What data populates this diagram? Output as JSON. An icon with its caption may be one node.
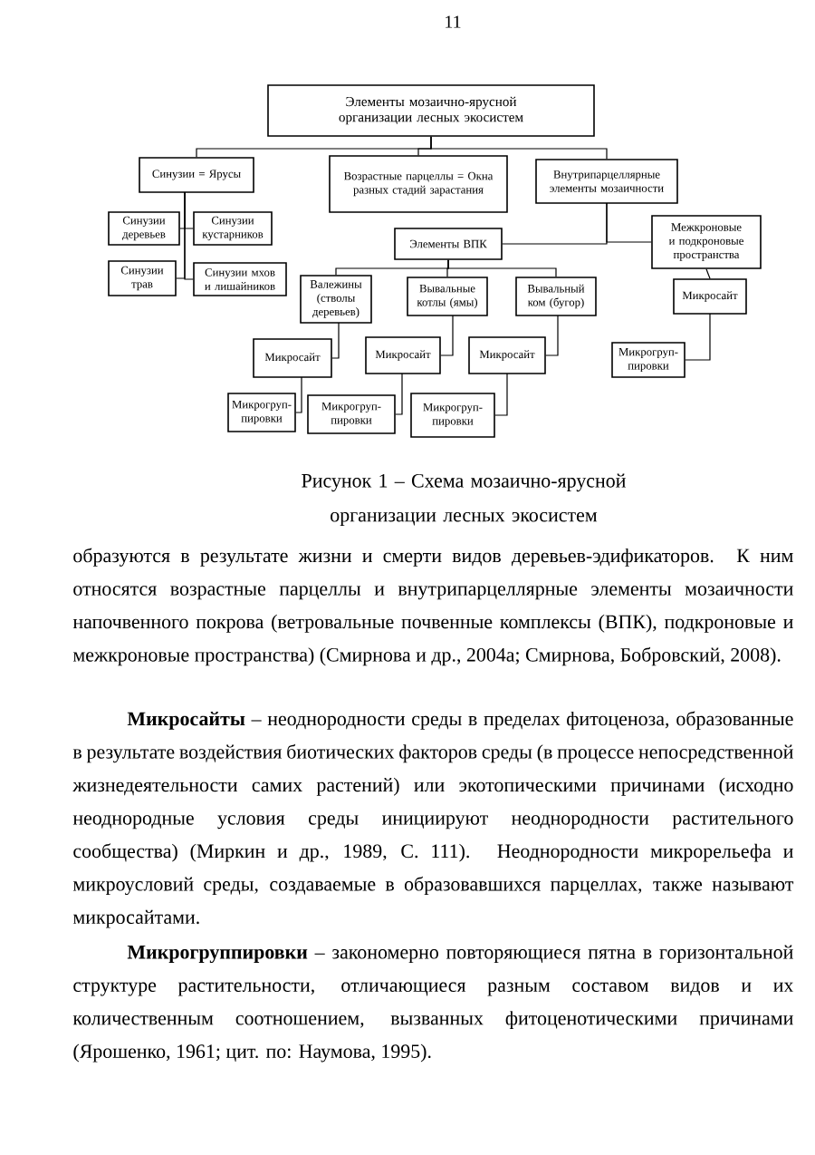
{
  "diagram": {
    "caption": "Рисунок 1 – Схема мозаично-ярусной организации лесных экосистем",
    "nodes": [
      {
        "text": [
          "Элементы мозаично-ярусной организации лесных экосистем"
        ]
      },
      {
        "text": [
          "Синузии = Ярусы"
        ]
      },
      {
        "text": [
          "Возрастные парцеллы = Окна разных стадий зарастания"
        ]
      },
      {
        "text": [
          "Внутрипарцеллярные элементы мозаичности"
        ]
      },
      {
        "text": [
          "Синузии деревьев"
        ]
      },
      {
        "text": [
          "Синузии кустарников"
        ]
      },
      {
        "text": [
          "Элементы ВПК"
        ]
      },
      {
        "text": [
          "Межкроновые и подкроновые пространства"
        ]
      },
      {
        "text": [
          "Синузии трав"
        ]
      },
      {
        "text": [
          "Синузии мхов и лишайников"
        ]
      },
      {
        "text": [
          "Валежины (стволы деревьев)"
        ]
      },
      {
        "text": [
          "Вывальные котлы (ямы)"
        ]
      },
      {
        "text": [
          "Вывальный ком (бугор)"
        ]
      },
      {
        "text": [
          "Микросайт"
        ]
      },
      {
        "text": [
          "Микросайт"
        ]
      },
      {
        "text": [
          "Микросайт"
        ]
      },
      {
        "text": [
          "Микросайт"
        ]
      },
      {
        "text": [
          "Микрогруп-пировки"
        ]
      },
      {
        "text": [
          "Микрогруп-пировки"
        ]
      },
      {
        "text": [
          "Микрогруп-пировки"
        ]
      },
      {
        "text": [
          "Микрогруп-пировки"
        ]
      }
    ],
    "edges": [
      {
        "from": 0,
        "to": 1,
        "arrow": "none"
      },
      {
        "from": 0,
        "to": 2,
        "arrow": "none"
      },
      {
        "from": 0,
        "to": 3,
        "arrow": "none"
      },
      {
        "from": 1,
        "to": 4,
        "arrow": "none"
      },
      {
        "from": 1,
        "to": 5,
        "arrow": "none"
      },
      {
        "from": 1,
        "to": 8,
        "arrow": "none"
      },
      {
        "from": 1,
        "to": 9,
        "arrow": "none"
      },
      {
        "from": 3,
        "to": 6,
        "arrow": "none"
      },
      {
        "from": 3,
        "to": 7,
        "arrow": "none"
      },
      {
        "from": 6,
        "to": 10,
        "arrow": "none"
      },
      {
        "from": 6,
        "to": 11,
        "arrow": "none"
      },
      {
        "from": 6,
        "to": 12,
        "arrow": "none"
      },
      {
        "from": 7,
        "to": 13,
        "arrow": "none"
      },
      {
        "from": 10,
        "to": 14,
        "arrow": "none"
      },
      {
        "from": 11,
        "to": 15,
        "arrow": "none"
      },
      {
        "from": 12,
        "to": 16,
        "arrow": "none"
      },
      {
        "from": 13,
        "to": 17,
        "arrow": "none"
      },
      {
        "from": 14,
        "to": 18,
        "arrow": "none"
      },
      {
        "from": 15,
        "to": 19,
        "arrow": "none"
      },
      {
        "from": 16,
        "to": 20,
        "arrow": "none"
      }
    ],
    "labels": [
      "11",
      "образуются в результате жизни и смерти видов деревьев-эдификаторов. К ним относятся возрастные парцеллы и внутрипарцеллярные элементы мозаичности напочвенного покрова (ветровальные почвенные комплексы (ВПК), подкроновые и межкроновые пространства) (Смирнова и др., 2004а; Смирнова, Бобровский, 2008).",
      "**Микросайты** – неоднородности среды в пределах фитоценоза, образованные в результате воздействия биотических факторов среды (в процессе непосредственной жизнедеятельности самих растений) или экотопическими причинами (исходно неоднородные условия среды инициируют неоднородности растительного сообщества) (Миркин и др., 1989, С. 111). Неоднородности микрорельефа и микроусловий среды, создаваемые в образовавшихся парцеллах, также называют микросайтами.",
      "**Микрогруппировки** – закономерно повторяющиеся пятна в горизонтальной структуре растительности, отличающиеся разным составом видов и их количественным соотношением, вызванных фитоценотическими причинами (Ярошенко, 1961; цит. по: Наумова, 1995)."
    ]
  }
}
